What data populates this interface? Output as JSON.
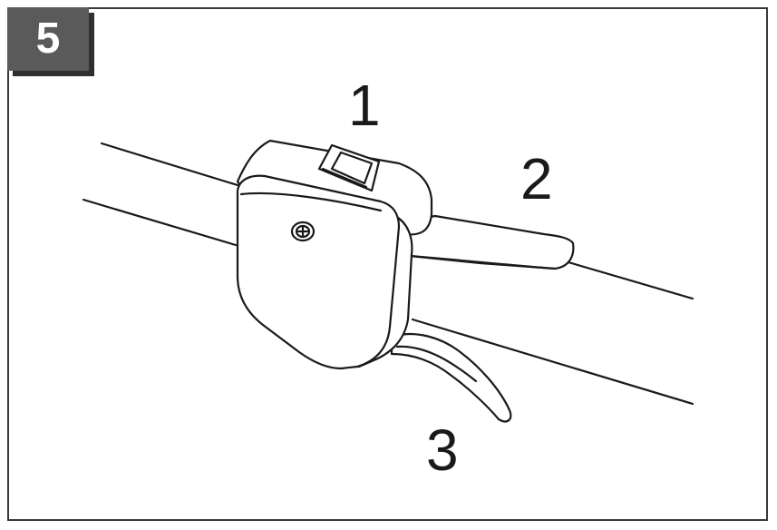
{
  "step": {
    "number": "5"
  },
  "callouts": {
    "one": "1",
    "two": "2",
    "three": "3"
  },
  "colors": {
    "badge": "#5a5a5a",
    "badge_shadow": "#2f2f2f",
    "stroke": "#1a1a1a",
    "frame": "#3a3a3a"
  }
}
